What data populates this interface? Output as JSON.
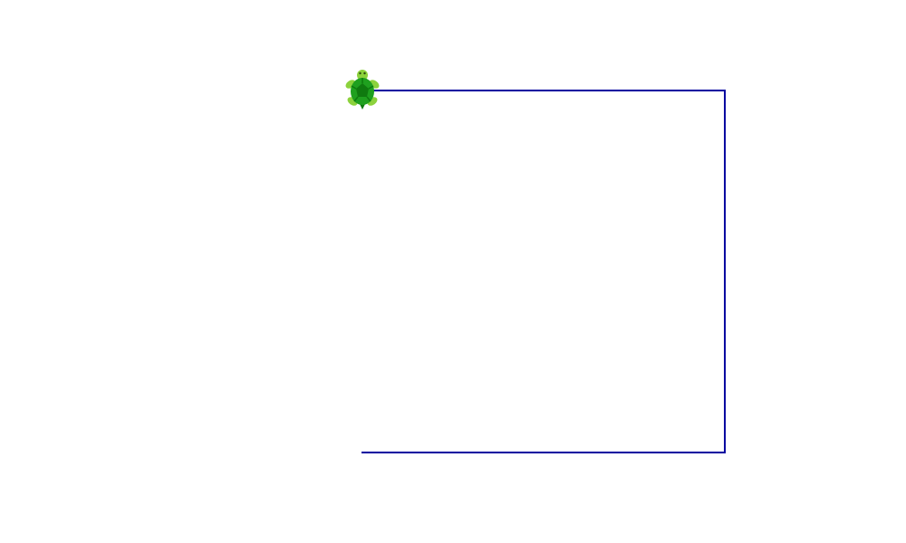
{
  "canvas": {
    "background": "#ffffff",
    "stroke_color": "#0000a0"
  },
  "turtle": {
    "icon": "turtle-icon",
    "shell_color": "#1fa01f",
    "shell_dark_color": "#0f7a0f",
    "limb_color": "#8cd23c",
    "heading": "up"
  },
  "path": {
    "segments": 3,
    "shape": "open rectangle"
  }
}
